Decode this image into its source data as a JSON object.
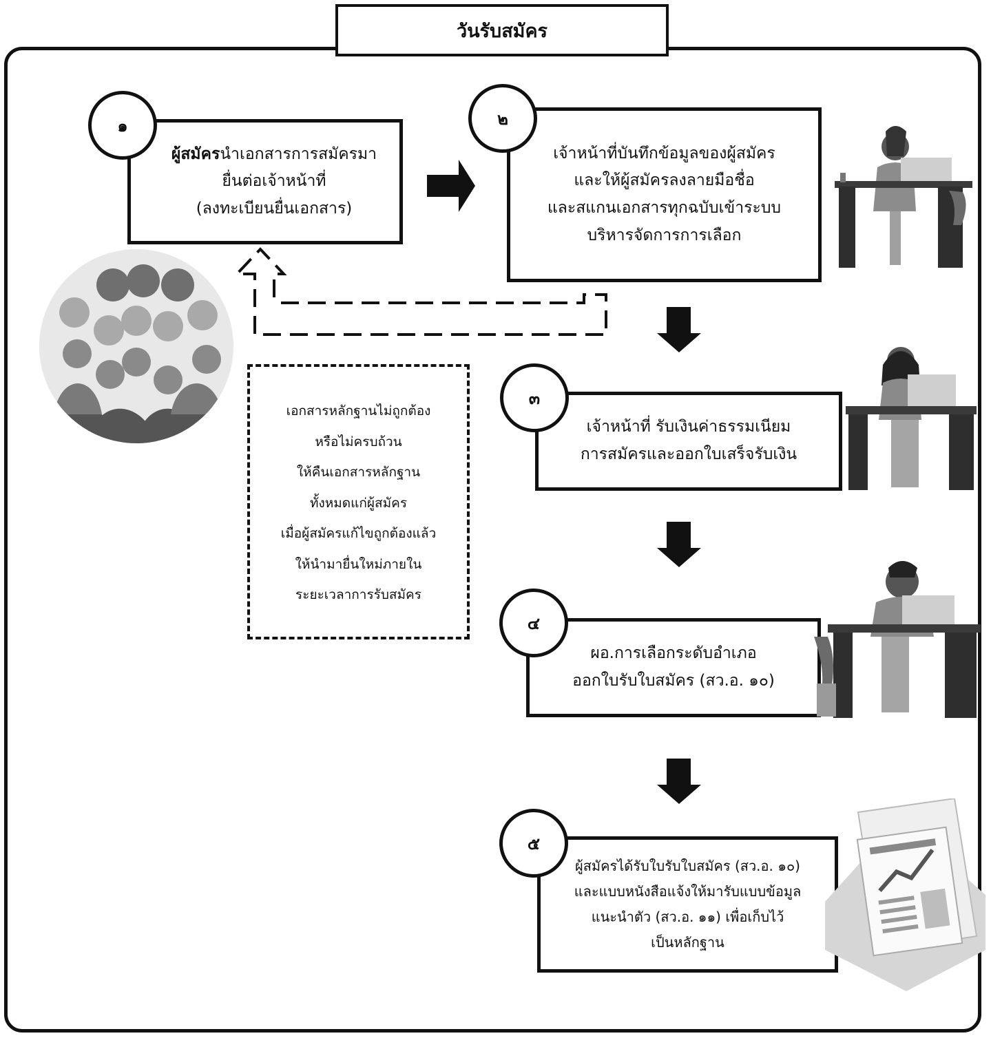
{
  "title": "วันรับสมัคร",
  "steps": [
    {
      "number": "๑",
      "bold": "ผู้สมัคร",
      "lines": [
        "นำเอกสารการสมัครมา",
        "ยื่นต่อเจ้าหน้าที่",
        "(ลงทะเบียนยื่นเอกสาร)"
      ]
    },
    {
      "number": "๒",
      "lines": [
        "เจ้าหน้าที่บันทึกข้อมูลของผู้สมัคร",
        "และให้ผู้สมัครลงลายมือชื่อ",
        "และสแกนเอกสารทุกฉบับเข้าระบบ",
        "บริหารจัดการการเลือก"
      ]
    },
    {
      "number": "๓",
      "lines": [
        "เจ้าหน้าที่ รับเงินค่าธรรมเนียม",
        "การสมัครและออกใบเสร็จรับเงิน"
      ]
    },
    {
      "number": "๔",
      "lines": [
        "ผอ.การเลือกระดับอำเภอ",
        "ออกใบรับใบสมัคร (สว.อ. ๑๐)"
      ]
    },
    {
      "number": "๕",
      "lines": [
        "ผู้สมัครได้รับใบรับใบสมัคร (สว.อ. ๑๐)",
        "และแบบหนังสือแจ้งให้มารับแบบข้อมูล",
        "แนะนำตัว (สว.อ. ๑๑)  เพื่อเก็บไว้",
        "เป็นหลักฐาน"
      ]
    }
  ],
  "note": {
    "lines": [
      "เอกสารหลักฐานไม่ถูกต้อง",
      "หรือไม่ครบถ้วน",
      "ให้คืนเอกสารหลักฐาน",
      "ทั้งหมดแก่ผู้สมัคร",
      "เมื่อผู้สมัครแก้ไขถูกต้องแล้ว",
      "ให้นำมายื่นใหม่ภายใน",
      "ระยะเวลาการรับสมัคร"
    ]
  }
}
